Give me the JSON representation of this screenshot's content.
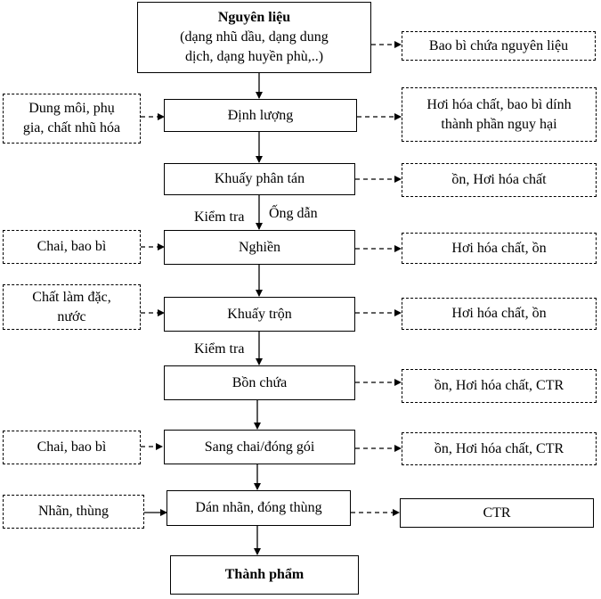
{
  "main_steps": {
    "nguyen_lieu_title": "Nguyên liệu",
    "nguyen_lieu_desc_1": "(dạng nhũ dầu, dạng dung",
    "nguyen_lieu_desc_2": "dịch, dạng huyền phù,..)",
    "dinh_luong": "Định lượng",
    "khuay_phan_tan": "Khuấy phân tán",
    "nghien": "Nghiền",
    "khuay_tron": "Khuấy trộn",
    "bon_chua": "Bồn chứa",
    "sang_chai": "Sang chai/đóng gói",
    "dan_nhan": "Dán nhãn, đóng thùng",
    "thanh_pham": "Thành phẩm"
  },
  "inputs": {
    "dung_moi_1": "Dung môi, phụ",
    "dung_moi_2": "gia, chất nhũ hóa",
    "chai_bao_bi_1": "Chai, bao bì",
    "chat_lam_dac_1": "Chất làm đặc,",
    "chat_lam_dac_2": "nước",
    "chai_bao_bi_2": "Chai, bao bì",
    "nhan_thung": "Nhãn, thùng"
  },
  "outputs": {
    "bao_bi_nguyen_lieu": "Bao bì chứa nguyên liệu",
    "hoi_hoa_chat_bao_bi_1": "Hơi hóa chất, bao bì dính",
    "hoi_hoa_chat_bao_bi_2": "thành phần nguy hại",
    "on_hoi_hoa_chat": "ồn, Hơi hóa chất",
    "hoi_hoa_chat_on_1": "Hơi hóa chất, ồn",
    "hoi_hoa_chat_on_2": "Hơi hóa chất, ồn",
    "on_hoi_ctr_1": "ồn, Hơi hóa chất, CTR",
    "on_hoi_ctr_2": "ồn, Hơi hóa chất, CTR",
    "ctr": "CTR"
  },
  "labels": {
    "kiem_tra_1": "Kiểm tra",
    "ong_dan": "Ống dẫn",
    "kiem_tra_2": "Kiểm tra"
  }
}
